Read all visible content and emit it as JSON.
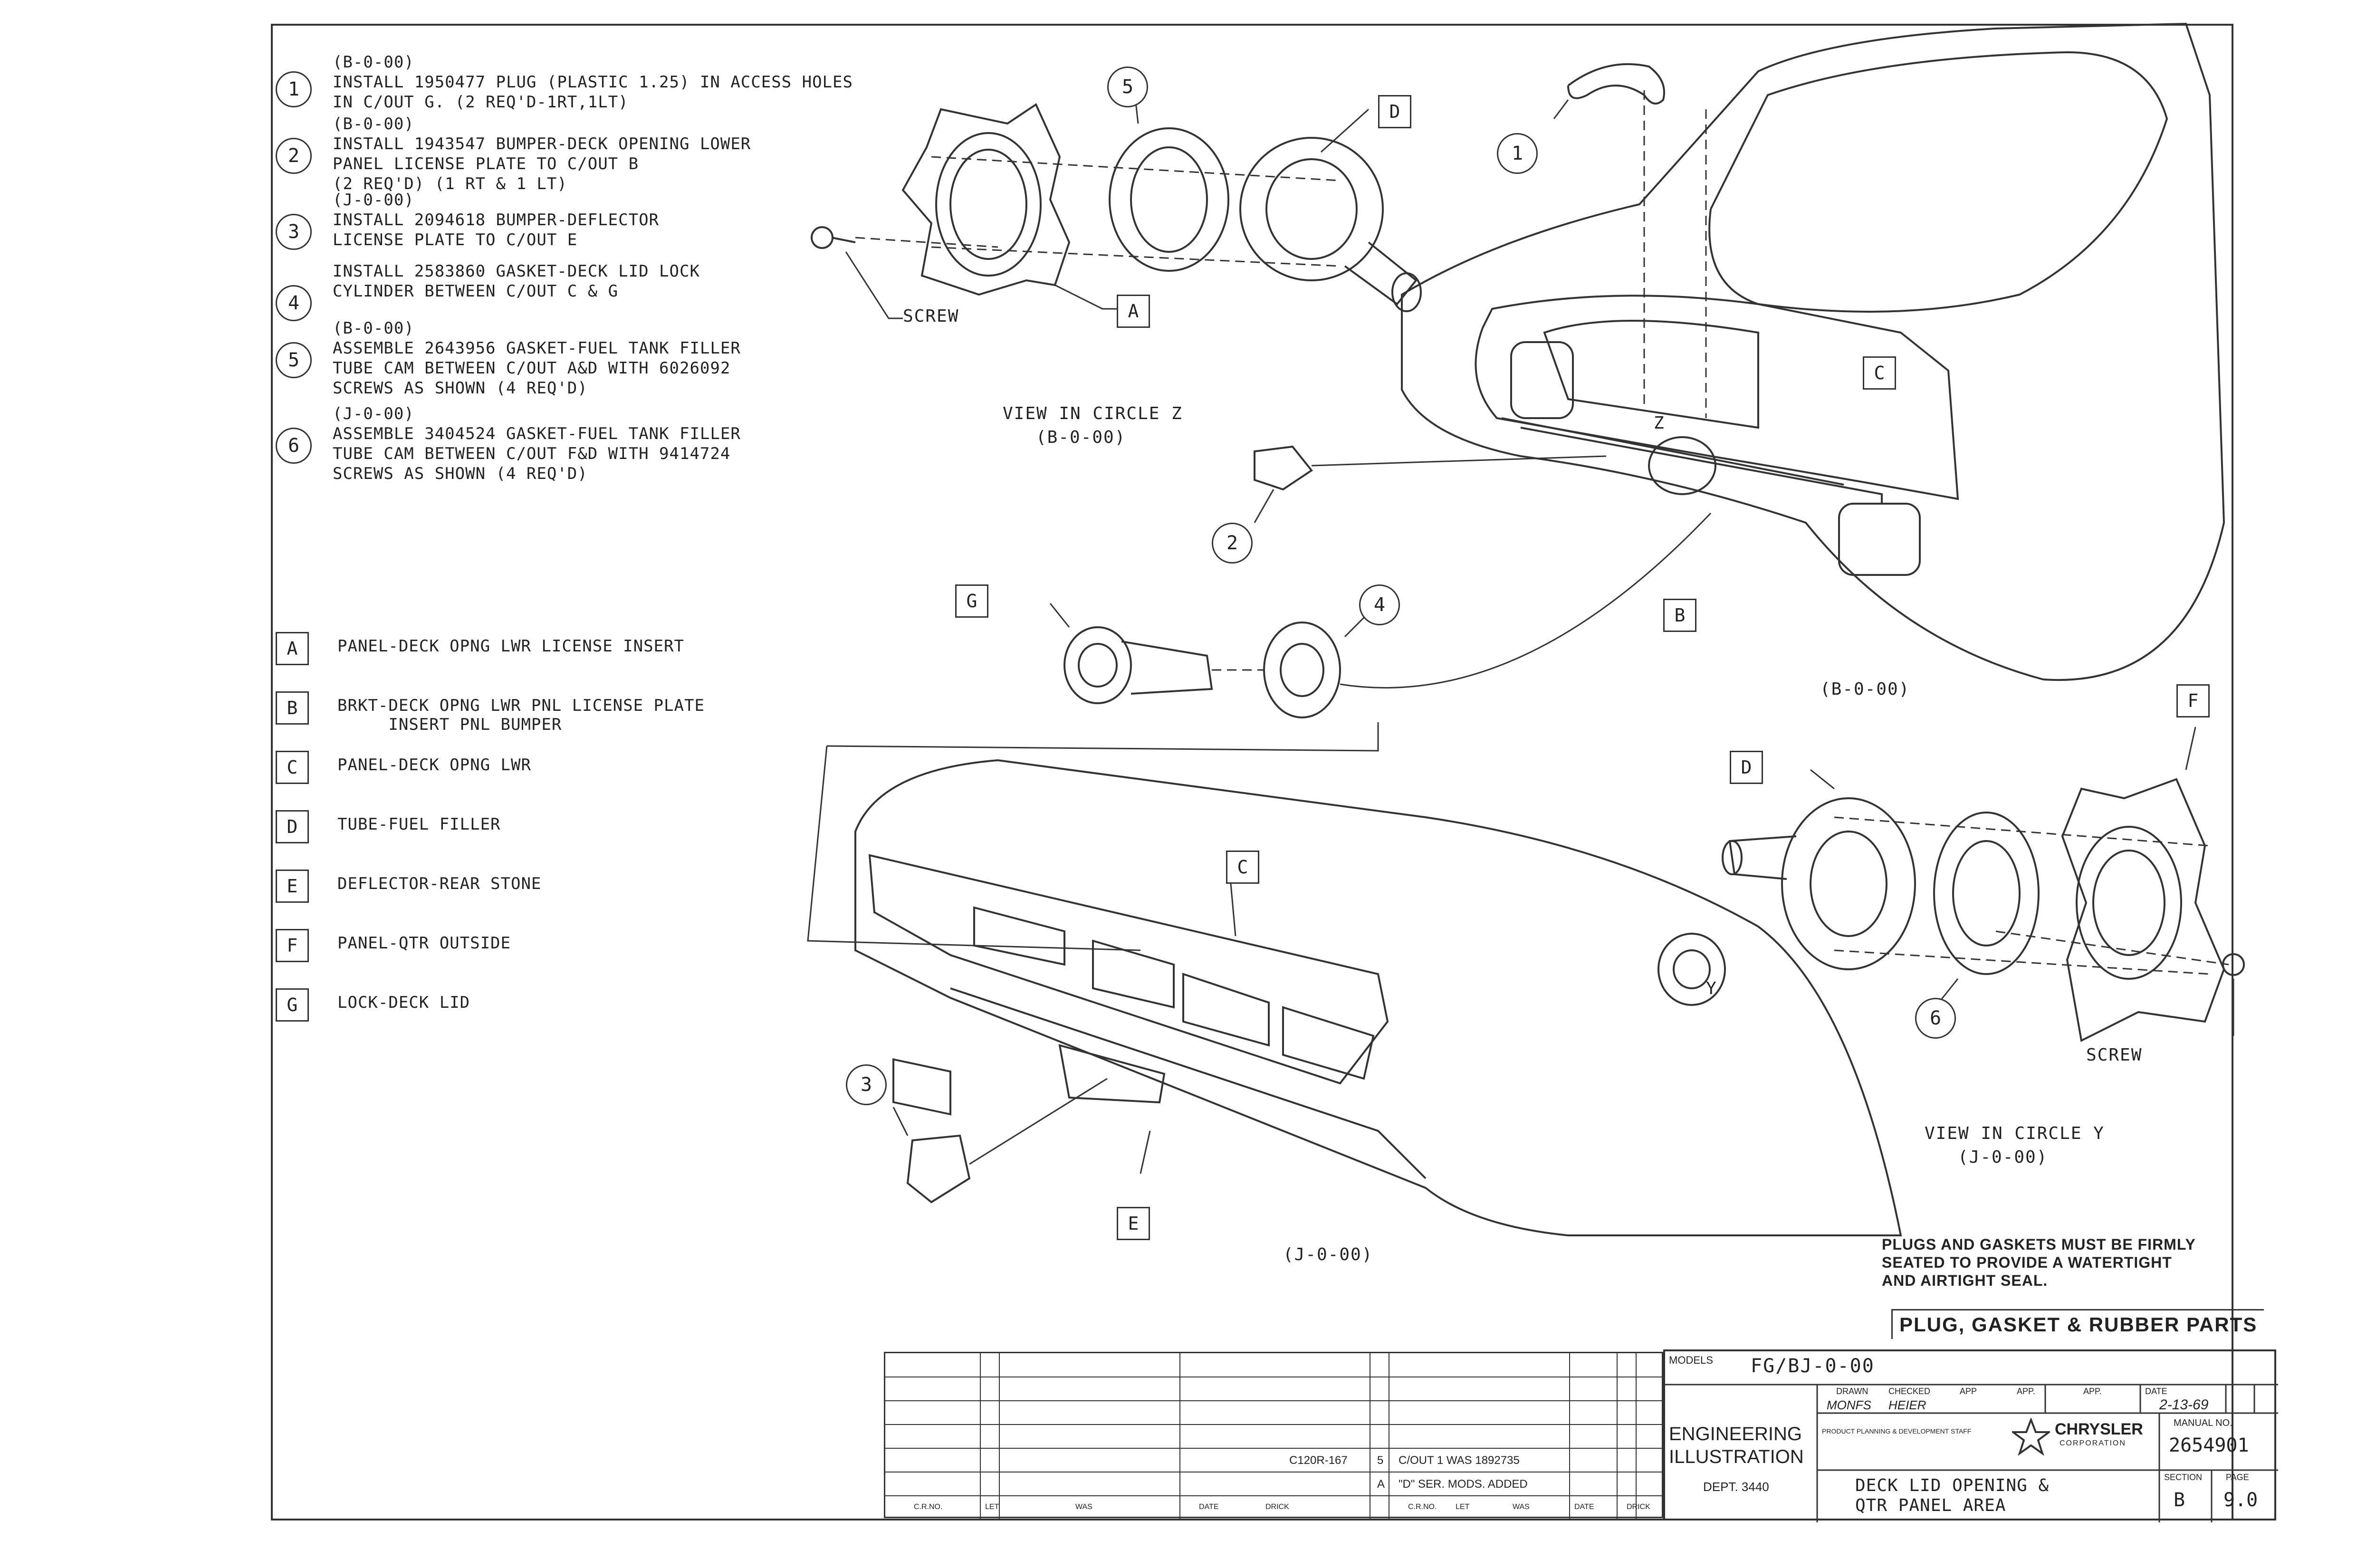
{
  "notes": [
    {
      "num": "1",
      "lines": "(B-0-00)\nINSTALL 1950477 PLUG (PLASTIC 1.25) IN ACCESS HOLES\nIN C/OUT G. (2 REQ'D-1RT,1LT)"
    },
    {
      "num": "2",
      "lines": "(B-0-00)\nINSTALL 1943547 BUMPER-DECK OPENING LOWER\nPANEL LICENSE PLATE TO C/OUT B\n(2 REQ'D) (1 RT & 1 LT)"
    },
    {
      "num": "3",
      "lines": "(J-0-00)\nINSTALL 2094618 BUMPER-DEFLECTOR\nLICENSE PLATE TO C/OUT E"
    },
    {
      "num": "4",
      "lines": "INSTALL 2583860 GASKET-DECK LID LOCK\nCYLINDER BETWEEN C/OUT C & G"
    },
    {
      "num": "5",
      "lines": "(B-0-00)\nASSEMBLE 2643956 GASKET-FUEL TANK FILLER\nTUBE CAM BETWEEN C/OUT A&D WITH 6026092\nSCREWS AS SHOWN (4 REQ'D)"
    },
    {
      "num": "6",
      "lines": "(J-0-00)\nASSEMBLE 3404524 GASKET-FUEL TANK FILLER\nTUBE CAM BETWEEN C/OUT F&D WITH 9414724\nSCREWS AS SHOWN (4 REQ'D)"
    }
  ],
  "legend": [
    {
      "key": "A",
      "text": "PANEL-DECK OPNG LWR LICENSE INSERT"
    },
    {
      "key": "B",
      "text": "BRKT-DECK OPNG LWR PNL LICENSE PLATE\n     INSERT PNL BUMPER"
    },
    {
      "key": "C",
      "text": "PANEL-DECK OPNG LWR"
    },
    {
      "key": "D",
      "text": "TUBE-FUEL FILLER"
    },
    {
      "key": "E",
      "text": "DEFLECTOR-REAR STONE"
    },
    {
      "key": "F",
      "text": "PANEL-QTR OUTSIDE"
    },
    {
      "key": "G",
      "text": "LOCK-DECK LID"
    }
  ],
  "labels": {
    "screw_z": "SCREW",
    "view_circle_z": "VIEW IN CIRCLE Z",
    "view_circle_z_code": "(B-0-00)",
    "b_code": "(B-0-00)",
    "screw_y": "SCREW",
    "view_circle_y": "VIEW IN CIRCLE Y",
    "view_circle_y_code": "(J-0-00)",
    "j_code": "(J-0-00)",
    "warning": "PLUGS AND GASKETS MUST BE FIRMLY\nSEATED TO PROVIDE A WATERTIGHT\nAND AIRTIGHT SEAL.",
    "z_mark": "Z",
    "y_mark": "Y"
  },
  "title_block": {
    "section_title": "PLUG, GASKET & RUBBER PARTS",
    "models_label": "MODELS",
    "models": "FG/BJ-0-00",
    "drawn_label": "DRAWN",
    "drawn": "MONFS",
    "checked_label": "CHECKED",
    "checked": "HEIER",
    "app_label": "APP",
    "app2_label": "APP.",
    "app3_label": "APP.",
    "date_label": "DATE",
    "date": "2-13-69",
    "eng_illus": "ENGINEERING\nILLUSTRATION",
    "dept": "DEPT. 3440",
    "staff": "PRODUCT PLANNING & DEVELOPMENT STAFF",
    "company": "CHRYSLER",
    "company_sub": "CORPORATION",
    "manual_label": "MANUAL NO.",
    "manual": "2654901",
    "desc": "DECK LID OPENING &\nQTR PANEL AREA",
    "section_label": "SECTION",
    "section": "B",
    "page_label": "PAGE",
    "page": "9.0"
  },
  "revisions": {
    "rev1_cr": "C120R-167",
    "rev1_code": "5",
    "rev1_text": "C/OUT 1 WAS 1892735",
    "rev2_code": "A",
    "rev2_text": "\"D\" SER. MODS. ADDED",
    "footer": [
      "C.R.NO.",
      "LET",
      "WAS",
      "DATE",
      "DRICK",
      "C.R.NO.",
      "LET",
      "WAS",
      "DATE",
      "DRICK"
    ]
  }
}
